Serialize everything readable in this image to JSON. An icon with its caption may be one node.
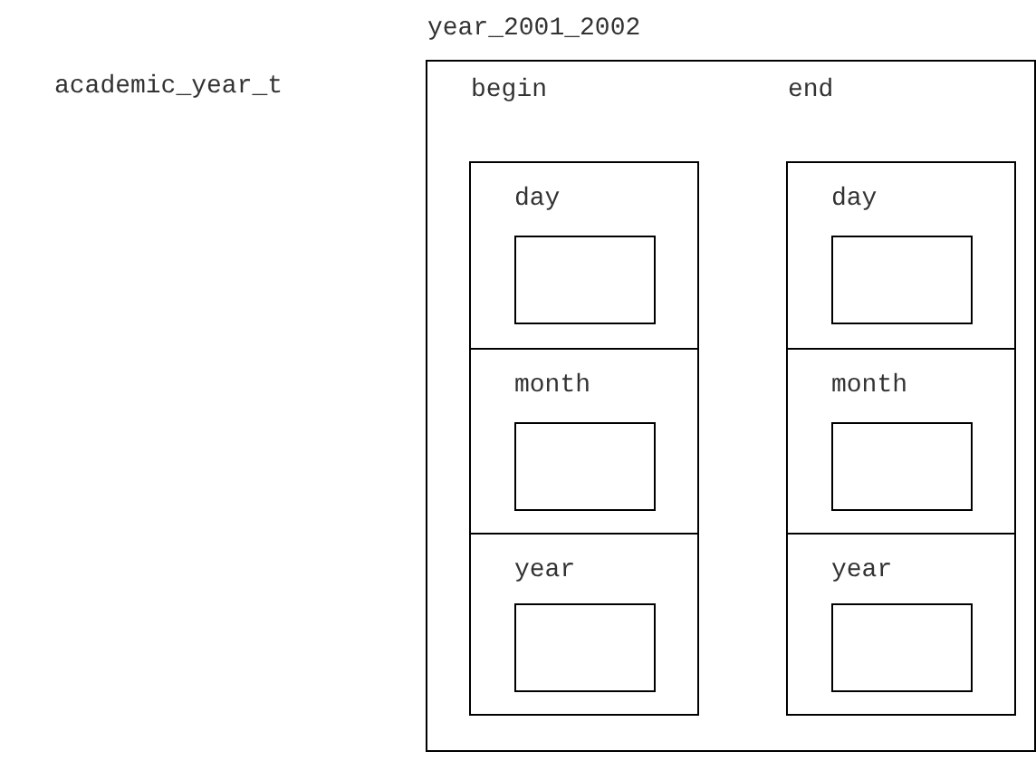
{
  "diagram": {
    "nodes": [
      {
        "text": [
          "year_2001_2002"
        ]
      },
      {
        "text": [
          "begin"
        ],
        "in": 0
      },
      {
        "text": [
          "day"
        ],
        "in": 1
      },
      {
        "text": [],
        "shape": "box",
        "in": 2
      },
      {
        "text": [
          "month"
        ],
        "in": 1
      },
      {
        "text": [],
        "shape": "box",
        "in": 4
      },
      {
        "text": [
          "year"
        ],
        "in": 1
      },
      {
        "text": [],
        "shape": "box",
        "in": 6
      },
      {
        "text": [
          "end"
        ],
        "in": 0
      },
      {
        "text": [
          "day"
        ],
        "in": 8
      },
      {
        "text": [],
        "shape": "box",
        "in": 9
      },
      {
        "text": [
          "month"
        ],
        "in": 8
      },
      {
        "text": [],
        "shape": "box",
        "in": 11
      },
      {
        "text": [
          "year"
        ],
        "in": 8
      },
      {
        "text": [],
        "shape": "box",
        "in": 13
      }
    ],
    "edges": [],
    "labels": [
      "academic_year_t"
    ]
  }
}
